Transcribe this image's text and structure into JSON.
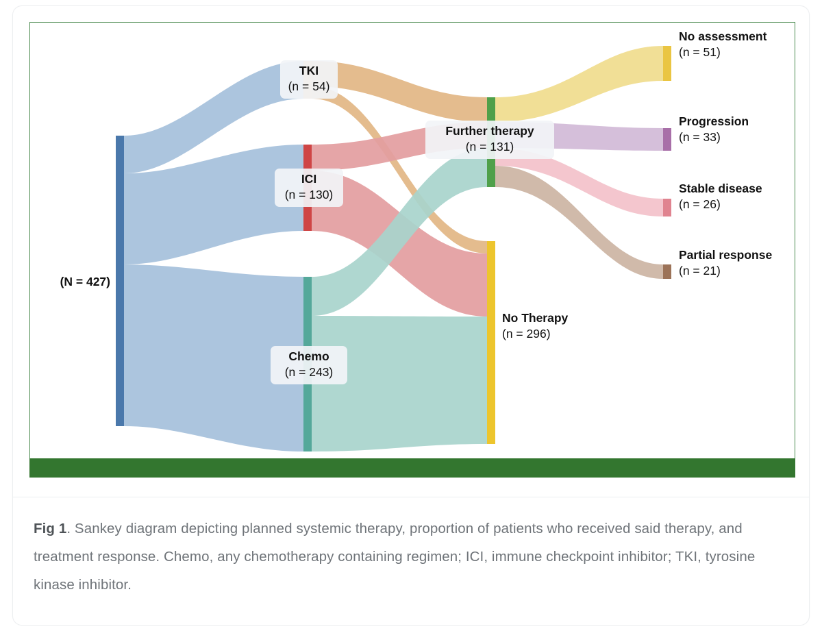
{
  "figure": {
    "id": "Fig 1",
    "caption_bold": "Fig 1",
    "caption_text": ". Sankey diagram depicting planned systemic therapy, proportion of patients who received said therapy, and treatment response. Chemo, any chemotherapy containing regimen; ICI, immune checkpoint inhibitor; TKI, tyrosine kinase inhibitor.",
    "border_color": "#4a8a4f",
    "bottom_bar_color": "#33762f"
  },
  "chart_data": {
    "type": "sankey",
    "title": "",
    "source_label": "(N = 427)",
    "total": 427,
    "nodes": [
      {
        "id": "total",
        "label": "",
        "count_label": "(N = 427)",
        "value": 427,
        "color": "#4a78ab",
        "column": 0
      },
      {
        "id": "tki",
        "label": "TKI",
        "count_label": "(n = 54)",
        "value": 54,
        "color": "#e8b77a",
        "column": 1
      },
      {
        "id": "ici",
        "label": "ICI",
        "count_label": "(n = 130)",
        "value": 130,
        "color": "#cf4545",
        "column": 1
      },
      {
        "id": "chemo",
        "label": "Chemo",
        "count_label": "(n = 243)",
        "value": 243,
        "color": "#54a89a",
        "column": 1
      },
      {
        "id": "further",
        "label": "Further therapy",
        "count_label": "(n = 131)",
        "value": 131,
        "color": "#4fa04a",
        "column": 2
      },
      {
        "id": "notherapy",
        "label": "No Therapy",
        "count_label": "(n = 296)",
        "value": 296,
        "color": "#edc52d",
        "column": 2
      },
      {
        "id": "noassessment",
        "label": "No assessment",
        "count_label": "(n = 51)",
        "value": 51,
        "color": "#eac542",
        "column": 3
      },
      {
        "id": "progression",
        "label": "Progression",
        "count_label": "(n = 33)",
        "value": 33,
        "color": "#a濃",
        "column": 3
      },
      {
        "id": "stabledisease",
        "label": "Stable disease",
        "count_label": "(n = 26)",
        "value": 26,
        "color": "#e08490",
        "column": 3
      },
      {
        "id": "partialresponse",
        "label": "Partial response",
        "count_label": "(n = 21)",
        "value": 21,
        "color": "#9c7358",
        "column": 3
      }
    ],
    "links": [
      {
        "source": "total",
        "target": "tki",
        "value": 54,
        "color": "#a8c2dc"
      },
      {
        "source": "total",
        "target": "ici",
        "value": 130,
        "color": "#a8c2dc"
      },
      {
        "source": "total",
        "target": "chemo",
        "value": 243,
        "color": "#a8c2dc"
      },
      {
        "source": "tki",
        "target": "further",
        "value": 36,
        "color": "#e2b684"
      },
      {
        "source": "tki",
        "target": "notherapy",
        "value": 18,
        "color": "#e2b684"
      },
      {
        "source": "ici",
        "target": "further",
        "value": 38,
        "color": "#e39da0"
      },
      {
        "source": "ici",
        "target": "notherapy",
        "value": 92,
        "color": "#e39da0"
      },
      {
        "source": "chemo",
        "target": "further",
        "value": 57,
        "color": "#a8d4cc"
      },
      {
        "source": "chemo",
        "target": "notherapy",
        "value": 186,
        "color": "#a8d4cc"
      },
      {
        "source": "further",
        "target": "noassessment",
        "value": 51,
        "color": "#f0dd90"
      },
      {
        "source": "further",
        "target": "progression",
        "value": 33,
        "color": "#d3bcd8"
      },
      {
        "source": "further",
        "target": "stabledisease",
        "value": 26,
        "color": "#f3c3cb"
      },
      {
        "source": "further",
        "target": "partialresponse",
        "value": 21,
        "color": "#cdb6a5"
      }
    ],
    "legend": {
      "position": "none"
    },
    "axis": {
      "grid": false
    }
  },
  "labels": {
    "total": {
      "title": "",
      "sub": "(N = 427)"
    },
    "tki": {
      "title": "TKI",
      "sub": "(n = 54)"
    },
    "ici": {
      "title": "ICI",
      "sub": "(n = 130)"
    },
    "chemo": {
      "title": "Chemo",
      "sub": "(n = 243)"
    },
    "further": {
      "title": "Further therapy",
      "sub": "(n = 131)"
    },
    "notherapy": {
      "title": "No Therapy",
      "sub": "(n = 296)"
    },
    "noassessment": {
      "title": "No assessment",
      "sub": "(n = 51)"
    },
    "progression": {
      "title": "Progression",
      "sub": "(n = 33)"
    },
    "stabledisease": {
      "title": "Stable disease",
      "sub": "(n = 26)"
    },
    "partialresponse": {
      "title": "Partial response",
      "sub": "(n = 21)"
    }
  }
}
